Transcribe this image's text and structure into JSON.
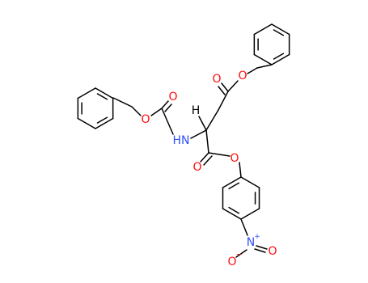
{
  "molecule": {
    "atoms": {
      "carbamate_nh": "HN",
      "carbamate_o_ester": "O",
      "carbamate_o_carbonyl": "O",
      "stereo_h": "H",
      "side_ester_o_carbonyl": "O",
      "side_ester_o": "O",
      "main_ester_o_carbonyl": "O",
      "main_ester_o": "O",
      "nitro_n": "N",
      "nitro_n_charge": "+",
      "nitro_o_double": "O",
      "nitro_o_single": "O",
      "nitro_o_charge": "−"
    },
    "colors": {
      "bond": "#000000",
      "oxygen": "#ff0d0d",
      "nitrogen": "#3050f8",
      "background": "#ffffff"
    }
  }
}
